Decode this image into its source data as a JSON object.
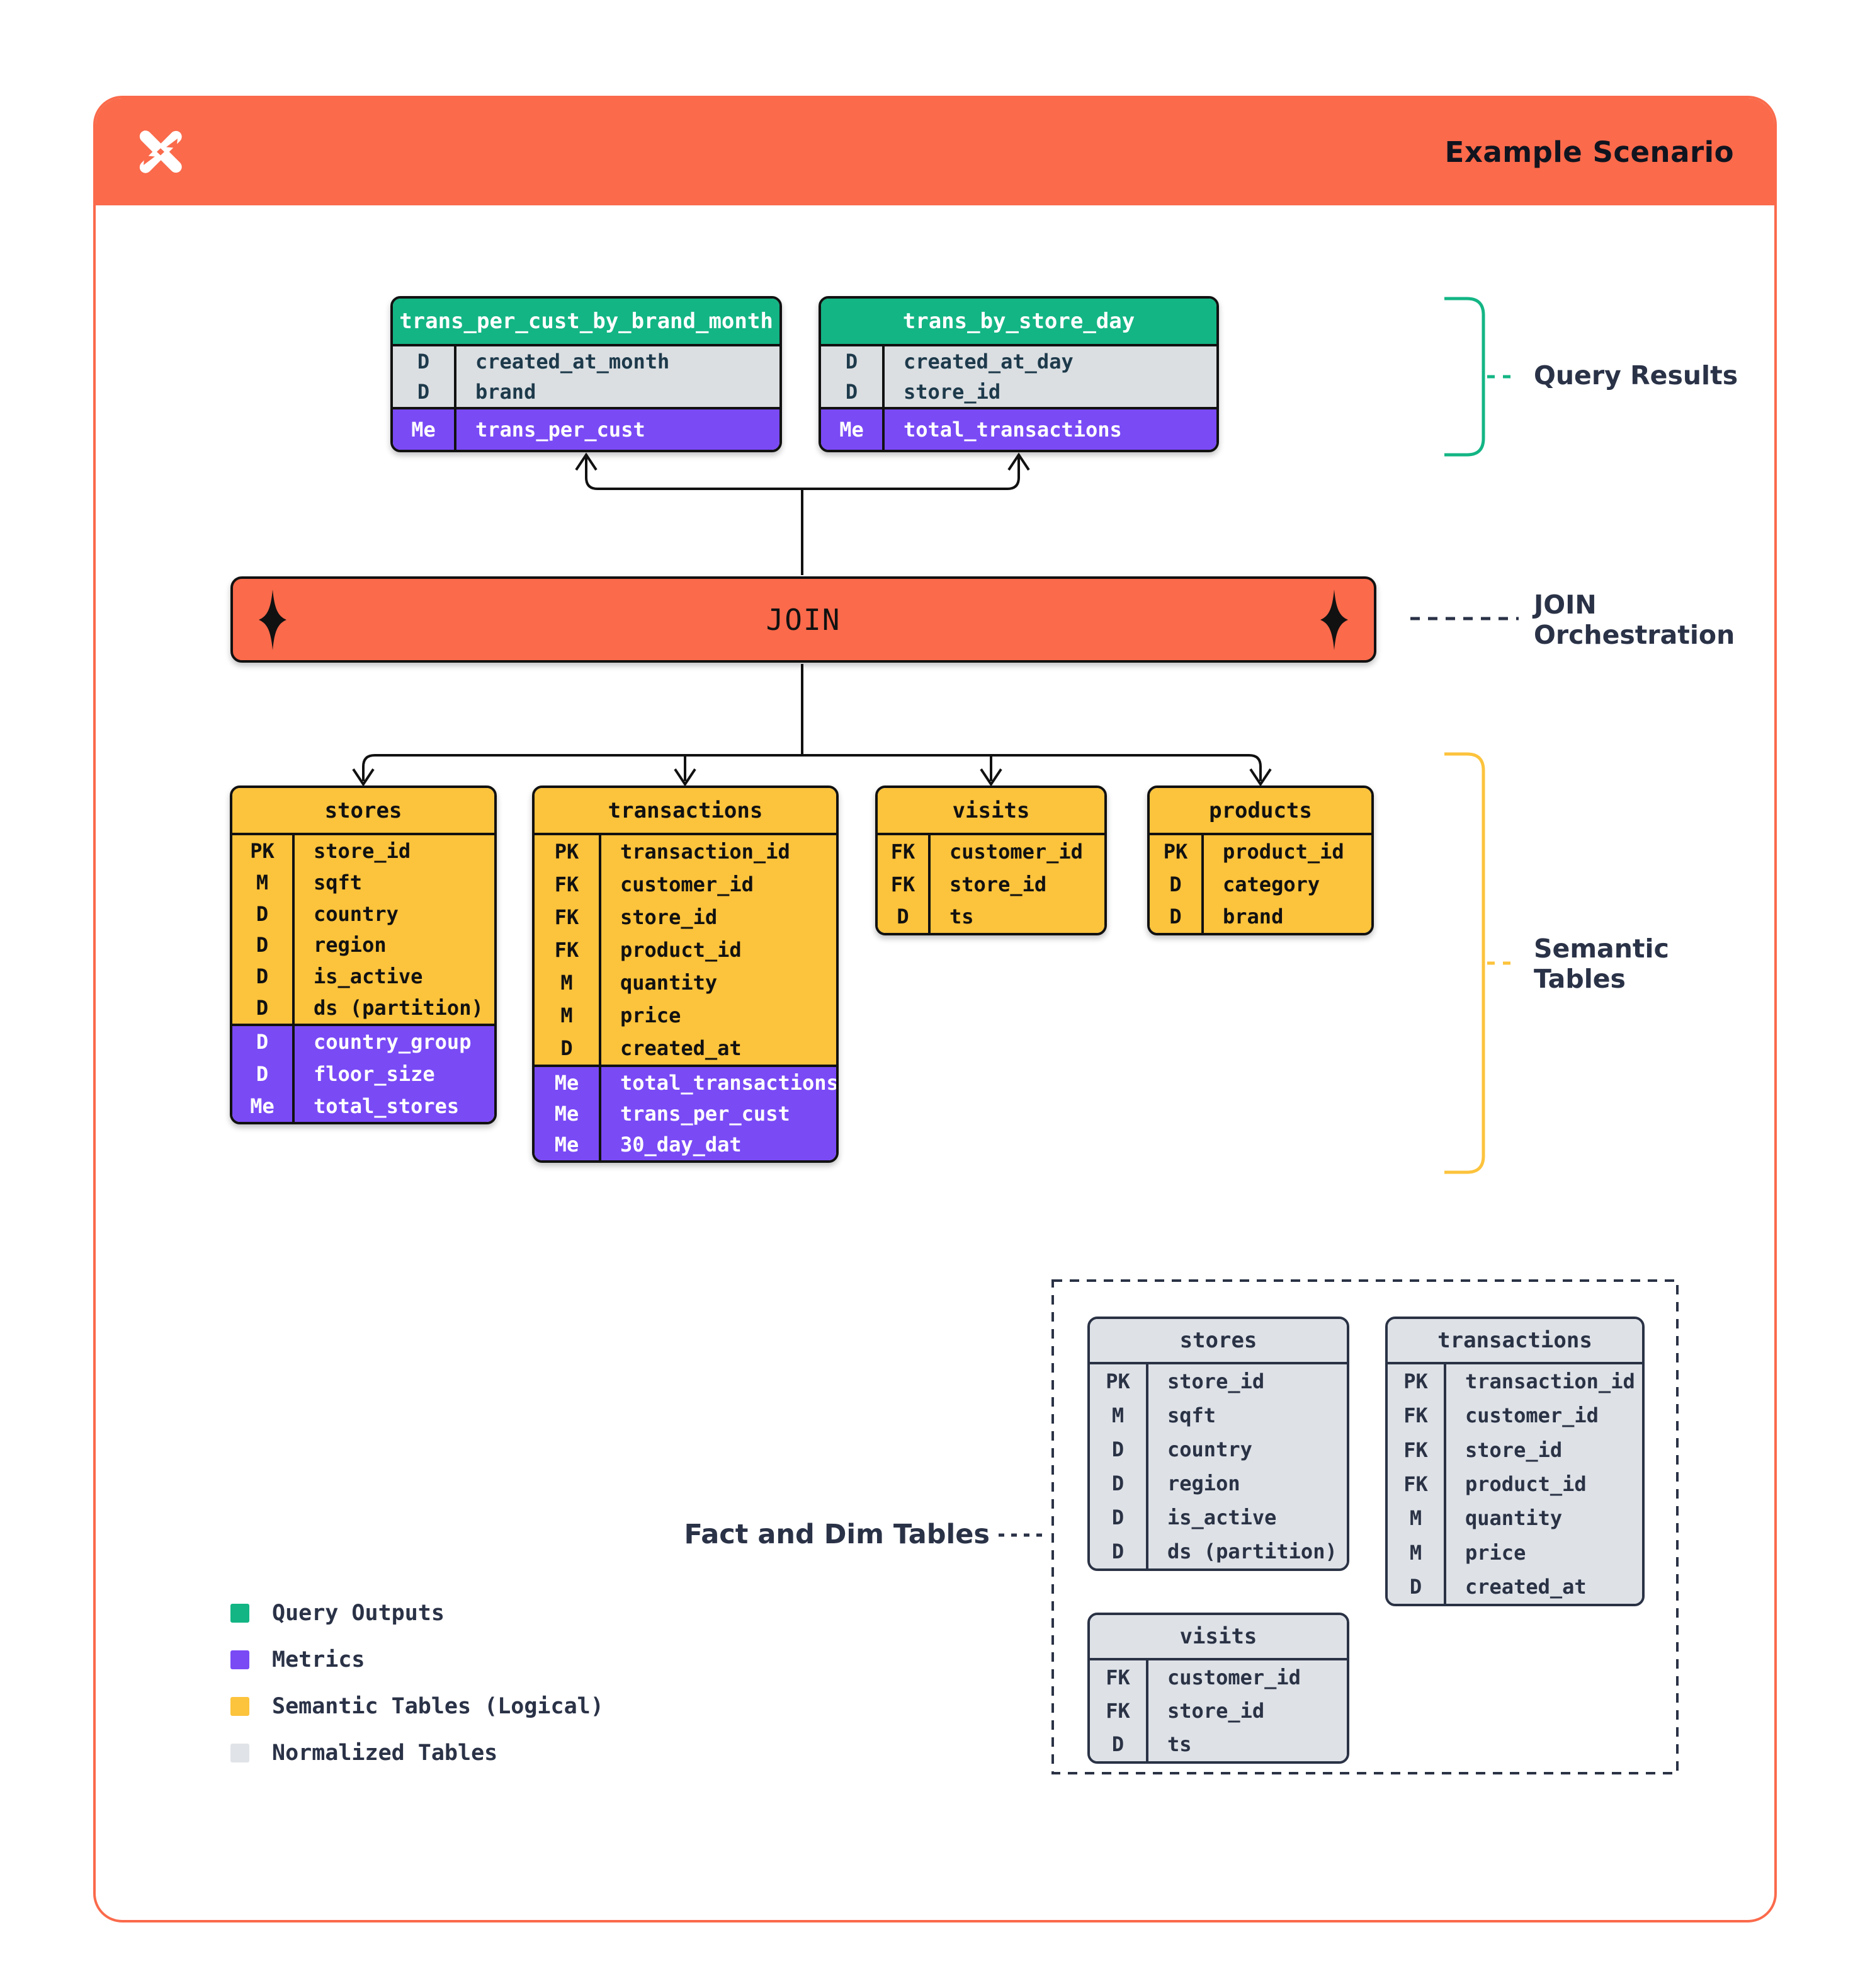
{
  "title": "Example Scenario",
  "logo": "x-star-logo",
  "join": {
    "label": "JOIN"
  },
  "annotations": {
    "query_results": "Query Results",
    "join_orchestration": [
      "JOIN",
      "Orchestration"
    ],
    "semantic_tables": [
      "Semantic",
      "Tables"
    ],
    "fact_dim": "Fact and Dim Tables"
  },
  "query_tables": [
    {
      "name": "trans_per_cust_by_brand_month",
      "cols": [
        [
          "D",
          "created_at_month"
        ],
        [
          "D",
          "brand"
        ]
      ],
      "metrics": [
        [
          "Me",
          "trans_per_cust"
        ]
      ]
    },
    {
      "name": "trans_by_store_day",
      "cols": [
        [
          "D",
          "created_at_day"
        ],
        [
          "D",
          "store_id"
        ]
      ],
      "metrics": [
        [
          "Me",
          "total_transactions"
        ]
      ]
    }
  ],
  "semantic_tables": [
    {
      "name": "stores",
      "cols": [
        [
          "PK",
          "store_id"
        ],
        [
          "M",
          "sqft"
        ],
        [
          "D",
          "country"
        ],
        [
          "D",
          "region"
        ],
        [
          "D",
          "is_active"
        ],
        [
          "D",
          "ds (partition)"
        ]
      ],
      "metrics": [
        [
          "D",
          "country_group"
        ],
        [
          "D",
          "floor_size"
        ],
        [
          "Me",
          "total_stores"
        ]
      ]
    },
    {
      "name": "transactions",
      "cols": [
        [
          "PK",
          "transaction_id"
        ],
        [
          "FK",
          "customer_id"
        ],
        [
          "FK",
          "store_id"
        ],
        [
          "FK",
          "product_id"
        ],
        [
          "M",
          "quantity"
        ],
        [
          "M",
          "price"
        ],
        [
          "D",
          "created_at"
        ]
      ],
      "metrics": [
        [
          "Me",
          "total_transactions"
        ],
        [
          "Me",
          "trans_per_cust"
        ],
        [
          "Me",
          "30_day_dat"
        ]
      ]
    },
    {
      "name": "visits",
      "cols": [
        [
          "FK",
          "customer_id"
        ],
        [
          "FK",
          "store_id"
        ],
        [
          "D",
          "ts"
        ]
      ],
      "metrics": []
    },
    {
      "name": "products",
      "cols": [
        [
          "PK",
          "product_id"
        ],
        [
          "D",
          "category"
        ],
        [
          "D",
          "brand"
        ]
      ],
      "metrics": []
    }
  ],
  "normalized_tables": [
    {
      "name": "stores",
      "cols": [
        [
          "PK",
          "store_id"
        ],
        [
          "M",
          "sqft"
        ],
        [
          "D",
          "country"
        ],
        [
          "D",
          "region"
        ],
        [
          "D",
          "is_active"
        ],
        [
          "D",
          "ds (partition)"
        ]
      ]
    },
    {
      "name": "transactions",
      "cols": [
        [
          "PK",
          "transaction_id"
        ],
        [
          "FK",
          "customer_id"
        ],
        [
          "FK",
          "store_id"
        ],
        [
          "FK",
          "product_id"
        ],
        [
          "M",
          "quantity"
        ],
        [
          "M",
          "price"
        ],
        [
          "D",
          "created_at"
        ]
      ]
    },
    {
      "name": "visits",
      "cols": [
        [
          "FK",
          "customer_id"
        ],
        [
          "FK",
          "store_id"
        ],
        [
          "D",
          "ts"
        ]
      ]
    }
  ],
  "legend": [
    {
      "label": "Query Outputs",
      "color": "#13B584"
    },
    {
      "label": "Metrics",
      "color": "#7A4AF5"
    },
    {
      "label": "Semantic Tables (Logical)",
      "color": "#FCC33C"
    },
    {
      "label": "Normalized Tables",
      "color": "#E0E3E7"
    }
  ],
  "colors": {
    "orange": "#FA6A4B",
    "green": "#13B584",
    "purple": "#7A4AF5",
    "yellow": "#FCC33C",
    "navy": "#2A3245",
    "table_gray": "#DBDFE2"
  }
}
